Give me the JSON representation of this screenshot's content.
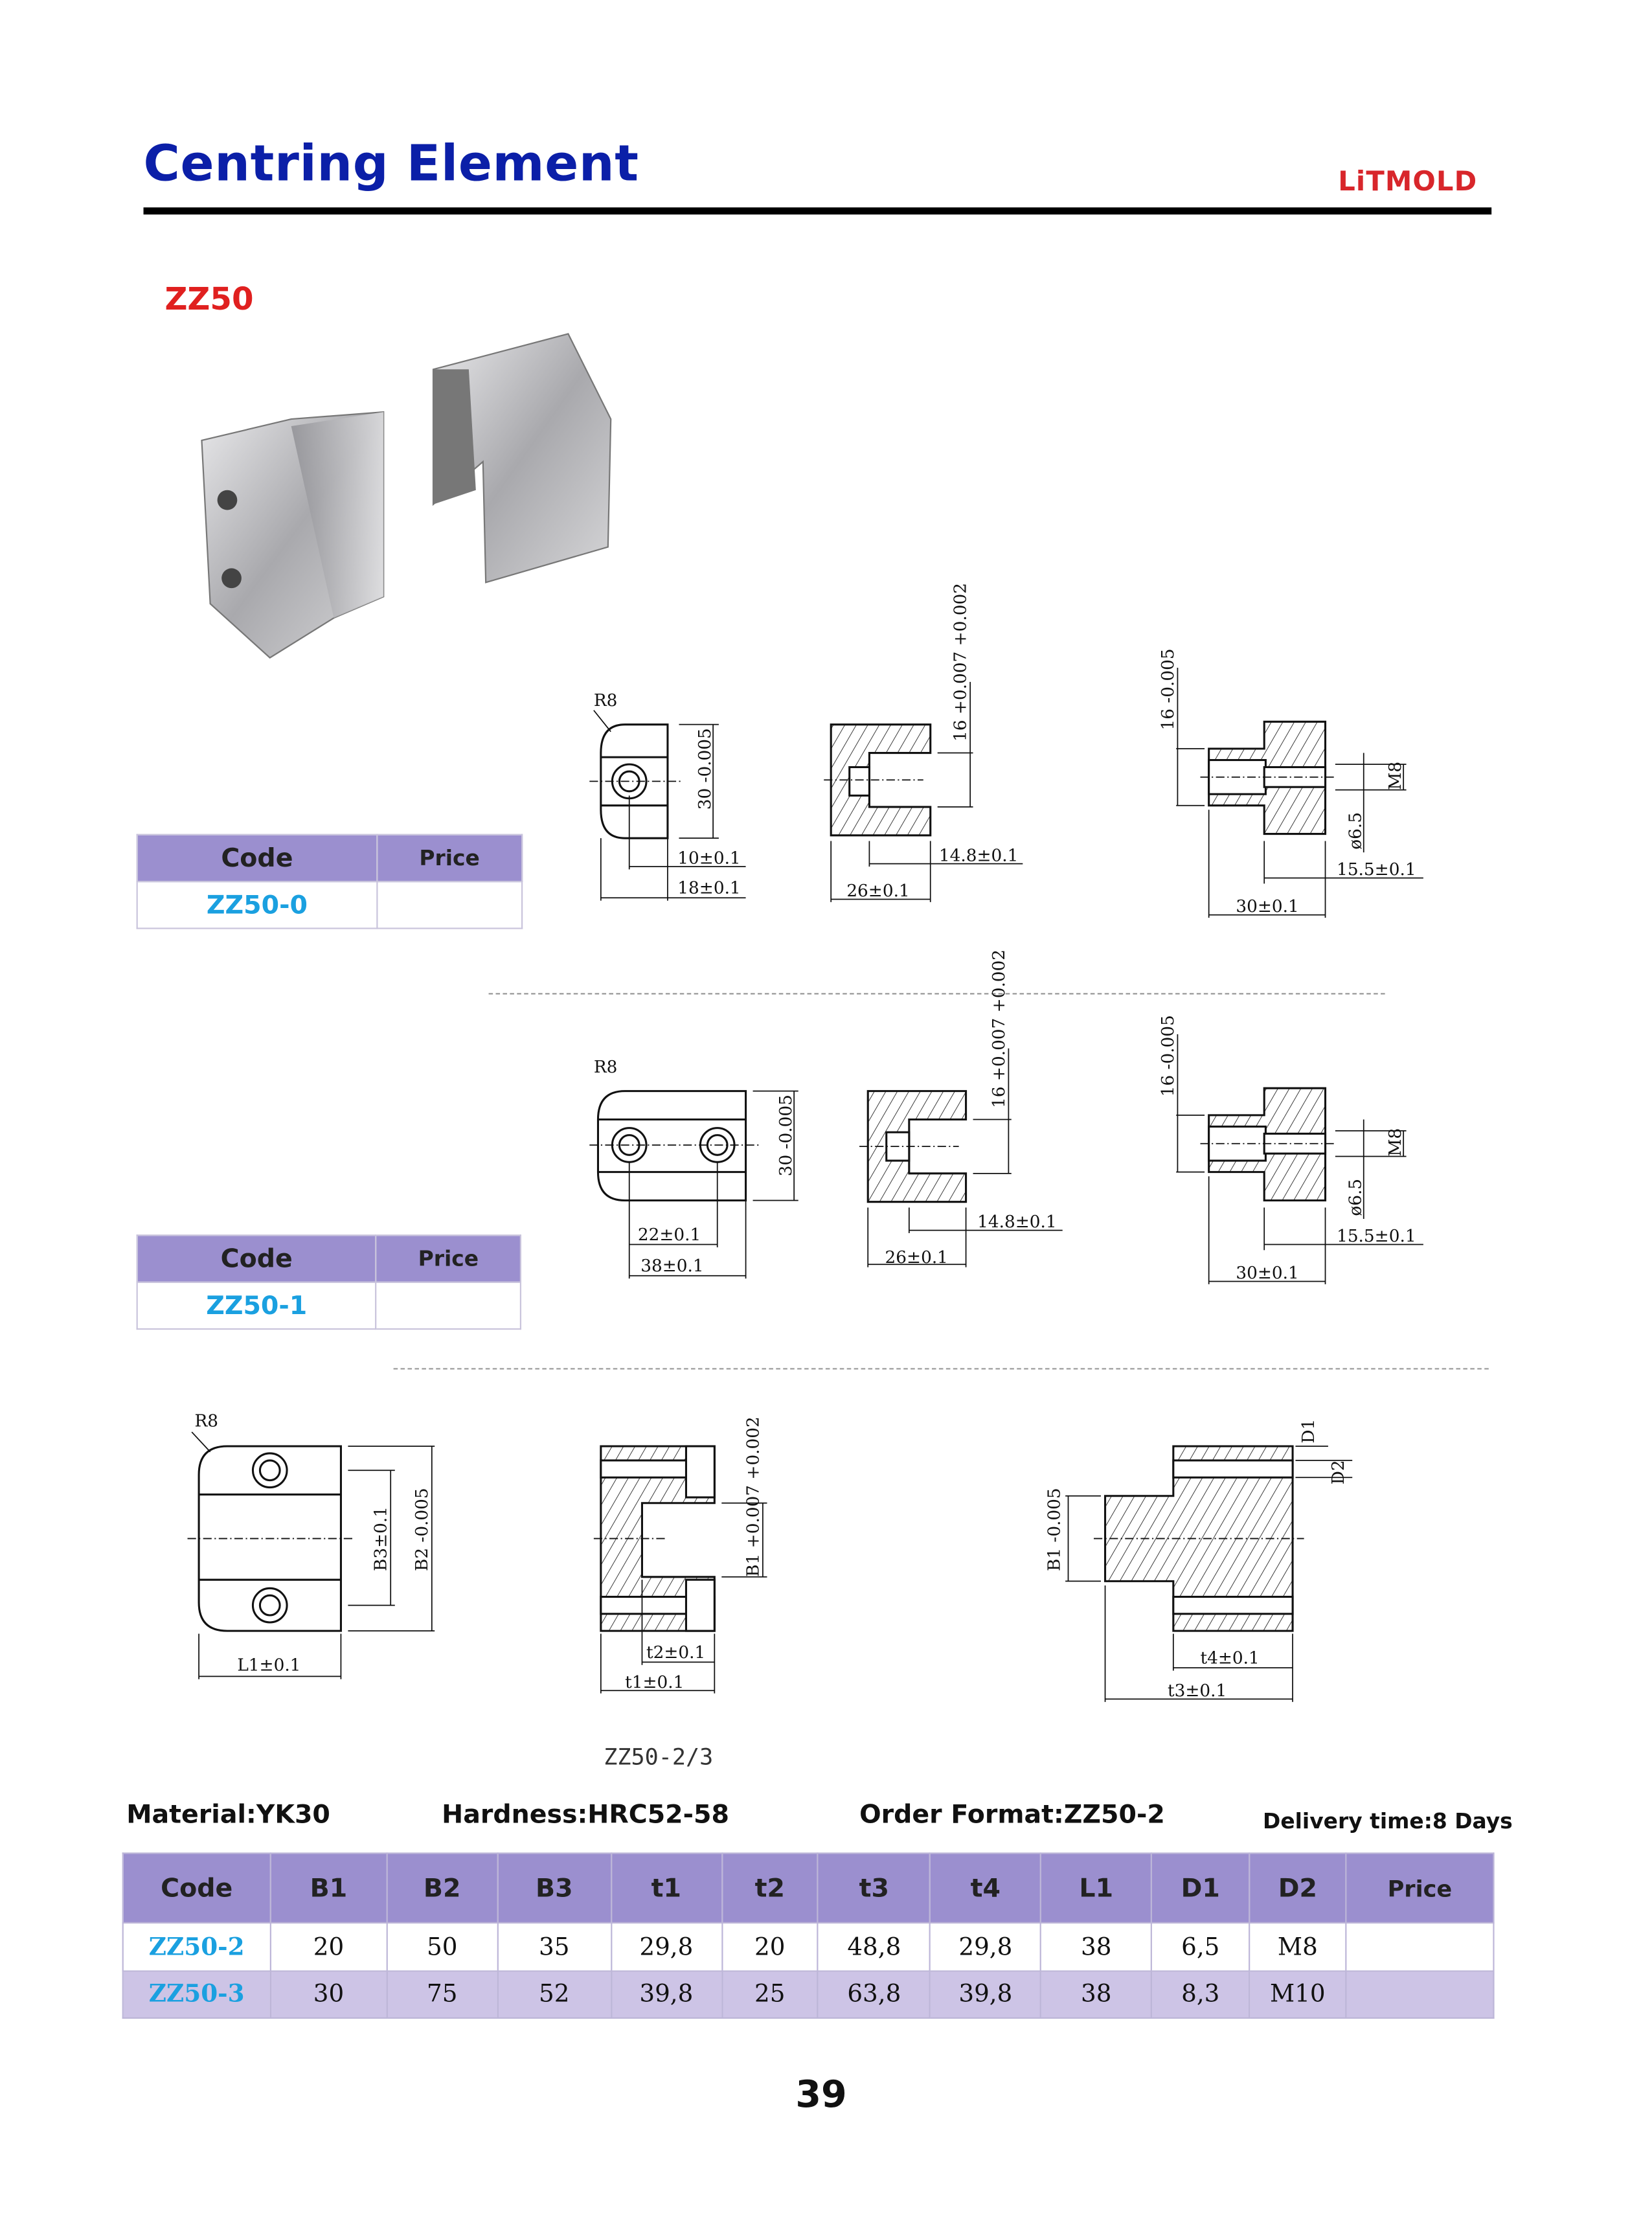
{
  "header": {
    "title": "Centring Element",
    "brand": "LiTMOLD"
  },
  "model": "ZZ50",
  "table_zz50_0": {
    "headers": [
      "Code",
      "Price"
    ],
    "code": "ZZ50-0",
    "price": ""
  },
  "table_zz50_1": {
    "headers": [
      "Code",
      "Price"
    ],
    "code": "ZZ50-1",
    "price": ""
  },
  "drawing_row1": {
    "r": "R8",
    "h": "30 -0.005",
    "a": "10±0.1",
    "b": "18±0.1",
    "slot": "16 +0.007 +0.002",
    "depth": "14.8±0.1",
    "w": "26±0.1",
    "hub": "16 -0.005",
    "thread": "M8",
    "dia": "ø6.5",
    "fl": "15.5±0.1",
    "len": "30±0.1"
  },
  "drawing_row2": {
    "r": "R8",
    "h": "30 -0.005",
    "a": "22±0.1",
    "b": "38±0.1",
    "slot": "16 +0.007 +0.002",
    "depth": "14.8±0.1",
    "w": "26±0.1",
    "hub": "16 -0.005",
    "thread": "M8",
    "dia": "ø6.5",
    "fl": "15.5±0.1",
    "len": "30±0.1"
  },
  "drawing_row3": {
    "r": "R8",
    "b3": "B3±0.1",
    "b2": "B2 -0.005",
    "l1": "L1±0.1",
    "b1p": "B1 +0.007 +0.002",
    "t2": "t2±0.1",
    "t1": "t1±0.1",
    "d1": "D1",
    "d2": "D2",
    "b1m": "B1 -0.005",
    "t4": "t4±0.1",
    "t3": "t3±0.1"
  },
  "subtitle": "ZZ50-2/3",
  "info": {
    "material": "Material:YK30",
    "hardness": "Hardness:HRC52-58",
    "order": "Order Format:ZZ50-2",
    "delivery": "Delivery time:8 Days"
  },
  "spec_table": {
    "headers": [
      "Code",
      "B1",
      "B2",
      "B3",
      "t1",
      "t2",
      "t3",
      "t4",
      "L1",
      "D1",
      "D2",
      "Price"
    ],
    "rows": [
      [
        "ZZ50-2",
        "20",
        "50",
        "35",
        "29,8",
        "20",
        "48,8",
        "29,8",
        "38",
        "6,5",
        "M8",
        ""
      ],
      [
        "ZZ50-3",
        "30",
        "75",
        "52",
        "39,8",
        "25",
        "63,8",
        "39,8",
        "38",
        "8,3",
        "M10",
        ""
      ]
    ]
  },
  "page_number": "39"
}
